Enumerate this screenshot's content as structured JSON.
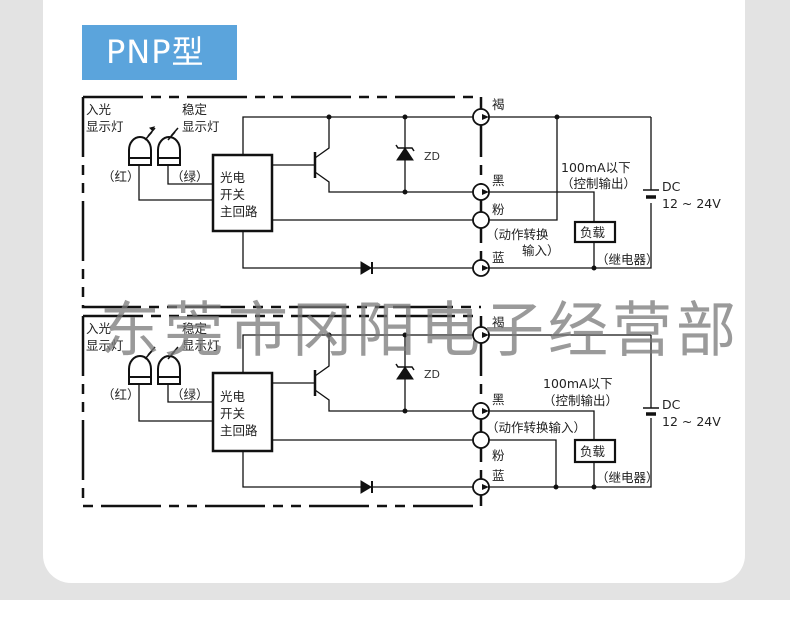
{
  "title": "PNP型",
  "watermark": "东莞市冈阳电子经营部",
  "colors": {
    "badge": "#5ba4dc",
    "background": "#e3e3e3",
    "card": "#ffffff",
    "wire": "#111111"
  },
  "diagrams": [
    {
      "id": "top",
      "led_in_label_1": "入光",
      "led_in_label_2": "显示灯",
      "led_stable_label_1": "稳定",
      "led_stable_label_2": "显示灯",
      "led_red": "（红）",
      "led_green": "（绿）",
      "main_circuit": [
        "光电",
        "开关",
        "主回路"
      ],
      "zener": "ZD",
      "wires": {
        "brown": "褐",
        "black": "黑",
        "pink": "粉",
        "blue": "蓝"
      },
      "pink_note_1": "（动作转换",
      "pink_note_2": "输入）",
      "output_note_1": "100mA以下",
      "output_note_2": "（控制输出）",
      "load": "负载",
      "relay": "（继电器）",
      "power_1": "DC",
      "power_2": "12 ~ 24V"
    },
    {
      "id": "bottom",
      "led_in_label_1": "入光",
      "led_in_label_2": "显示灯",
      "led_stable_label_1": "稳定",
      "led_stable_label_2": "显示灯",
      "led_red": "（红）",
      "led_green": "（绿）",
      "main_circuit": [
        "光电",
        "开关",
        "主回路"
      ],
      "zener": "ZD",
      "wires": {
        "brown": "褐",
        "black": "黑",
        "pink": "粉",
        "blue": "蓝"
      },
      "pink_note": "（动作转换输入）",
      "output_note_1": "100mA以下",
      "output_note_2": "（控制输出）",
      "load": "负载",
      "relay": "（继电器）",
      "power_1": "DC",
      "power_2": "12 ~ 24V"
    }
  ]
}
